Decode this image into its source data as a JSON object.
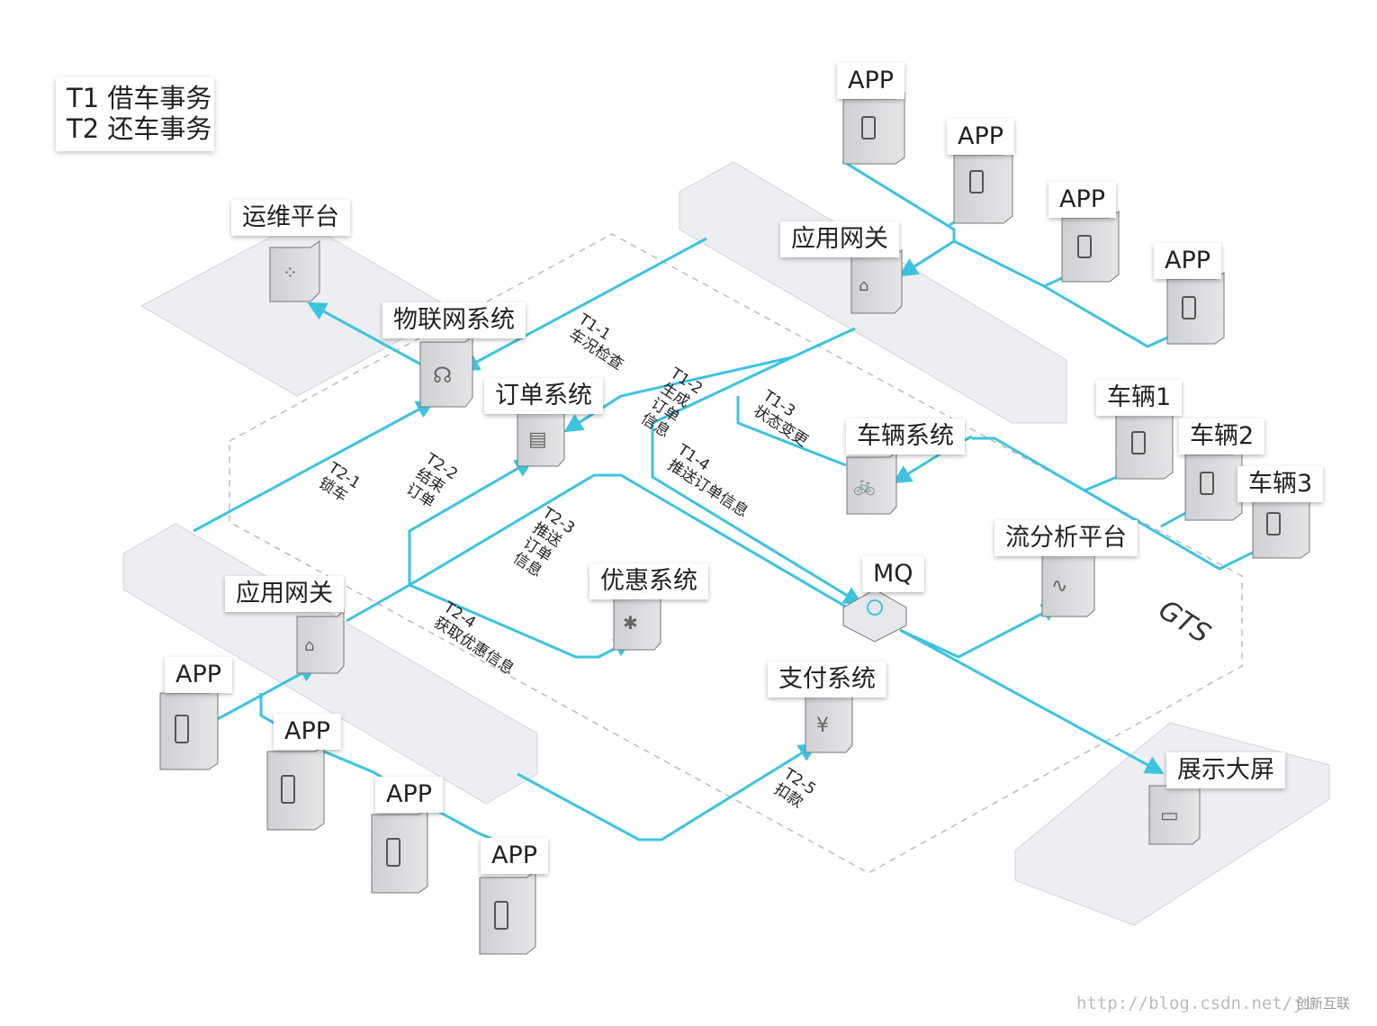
{
  "legend": {
    "line1": "T1 借车事务",
    "line2": "T2 还车事务"
  },
  "nodes": {
    "ops_platform": "运维平台",
    "iot_system": "物联网系统",
    "order_system": "订单系统",
    "gateway_top": "应用网关",
    "gateway_bottom": "应用网关",
    "vehicle_system": "车辆系统",
    "coupon_system": "优惠系统",
    "mq": "MQ",
    "stream_platform": "流分析平台",
    "payment_system": "支付系统",
    "display_screen": "展示大屏",
    "vehicle1": "车辆1",
    "vehicle2": "车辆2",
    "vehicle3": "车辆3",
    "app_label": "APP"
  },
  "edges": {
    "t1_1": {
      "code": "T1-1",
      "text": "车况检查"
    },
    "t1_2": {
      "code": "T1-2",
      "text": "生成\n订单\n信息"
    },
    "t1_3": {
      "code": "T1-3",
      "text": "状态变更"
    },
    "t1_4": {
      "code": "T1-4",
      "text": "推送订单信息"
    },
    "t2_1": {
      "code": "T2-1",
      "text": "锁车"
    },
    "t2_2": {
      "code": "T2-2",
      "text": "结束\n订单"
    },
    "t2_3": {
      "code": "T2-3",
      "text": "推送\n订单\n信息"
    },
    "t2_4": {
      "code": "T2-4",
      "text": "获取优惠信息"
    },
    "t2_5": {
      "code": "T2-5",
      "text": "扣款"
    }
  },
  "region_label": "GTS",
  "watermark": "http://blog.csdn.net/ji",
  "brand": "创新互联",
  "colors": {
    "line": "#3cc3e0",
    "plate": "#eceef1",
    "box": "#d6d6d8",
    "dashed": "#bbbbbb"
  }
}
